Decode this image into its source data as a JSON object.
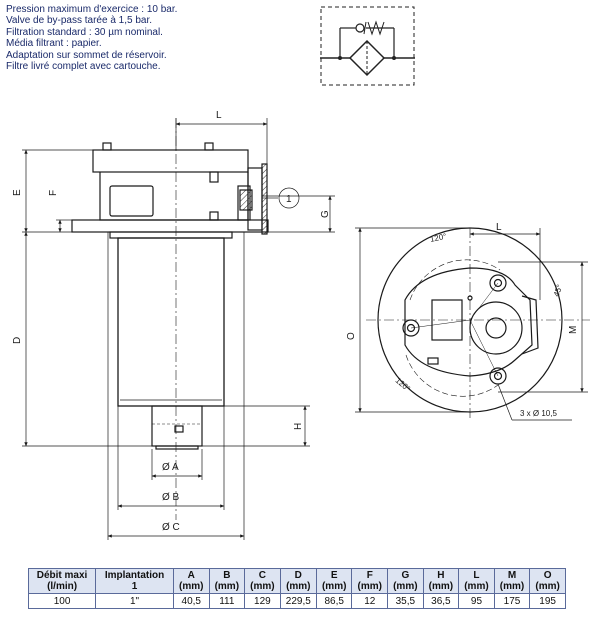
{
  "specs": [
    "Pression maximum d'exercice : 10 bar.",
    "Valve de by-pass tarée à 1,5 bar.",
    "Filtration standard : 30 µm nominal.",
    "Média filtrant : papier.",
    "Adaptation sur sommet de réservoir.",
    "Filtre livré complet avec cartouche."
  ],
  "labels": {
    "L": "L",
    "E": "E",
    "F": "F",
    "G": "G",
    "D": "D",
    "H": "H",
    "A": "Ø A",
    "B": "Ø B",
    "C": "Ø C",
    "O": "O",
    "M": "M",
    "callout": "1",
    "angle1": "120°",
    "angle2": "45°",
    "angle3": "120°",
    "holes": "3 x Ø 10,5"
  },
  "table": {
    "headers": [
      [
        "Débit maxi",
        "(l/min)"
      ],
      [
        "Implantation",
        "1"
      ],
      [
        "A",
        "(mm)"
      ],
      [
        "B",
        "(mm)"
      ],
      [
        "C",
        "(mm)"
      ],
      [
        "D",
        "(mm)"
      ],
      [
        "E",
        "(mm)"
      ],
      [
        "F",
        "(mm)"
      ],
      [
        "G",
        "(mm)"
      ],
      [
        "H",
        "(mm)"
      ],
      [
        "L",
        "(mm)"
      ],
      [
        "M",
        "(mm)"
      ],
      [
        "O",
        "(mm)"
      ]
    ],
    "row": [
      "100",
      "1\"",
      "40,5",
      "111",
      "129",
      "229,5",
      "86,5",
      "12",
      "35,5",
      "36,5",
      "95",
      "175",
      "195"
    ]
  }
}
